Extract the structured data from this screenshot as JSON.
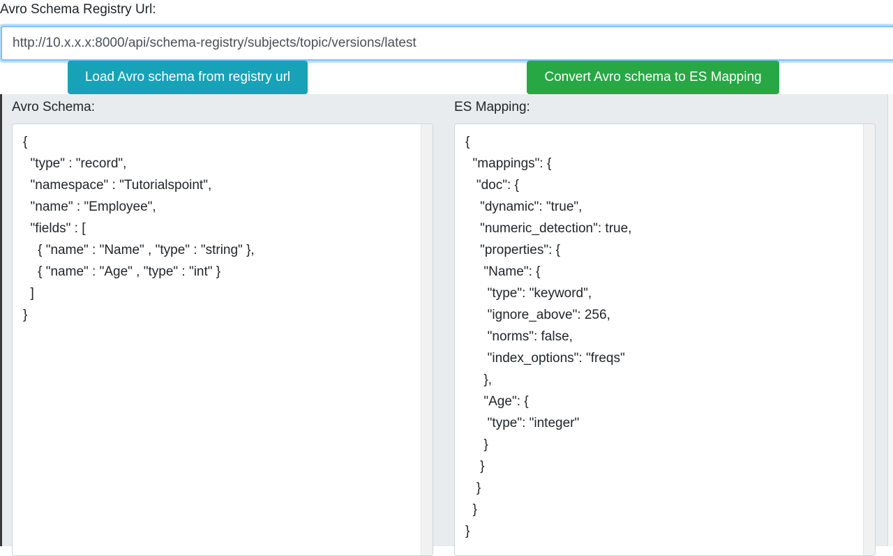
{
  "registry": {
    "label": "Avro Schema Registry Url:",
    "url_value": "http://10.x.x.x:8000/api/schema-registry/subjects/topic/versions/latest"
  },
  "buttons": {
    "load_label": "Load Avro schema from registry url",
    "convert_label": "Convert Avro schema to ES Mapping"
  },
  "avro_panel": {
    "label": "Avro Schema:",
    "lines": [
      "{",
      "  \"type\" : \"record\",",
      "  \"namespace\" : \"Tutorialspoint\",",
      "  \"name\" : \"Employee\",",
      "  \"fields\" : [",
      "    { \"name\" : \"Name\" , \"type\" : \"string\" },",
      "    { \"name\" : \"Age\" , \"type\" : \"int\" }",
      "  ]",
      "}"
    ]
  },
  "es_panel": {
    "label": "ES Mapping:",
    "lines": [
      "{",
      "  \"mappings\": {",
      "   \"doc\": {",
      "    \"dynamic\": \"true\",",
      "    \"numeric_detection\": true,",
      "    \"properties\": {",
      "     \"Name\": {",
      "      \"type\": \"keyword\",",
      "      \"ignore_above\": 256,",
      "      \"norms\": false,",
      "      \"index_options\": \"freqs\"",
      "     },",
      "     \"Age\": {",
      "      \"type\": \"integer\"",
      "     }",
      "    }",
      "   }",
      "  }",
      "}"
    ]
  },
  "colors": {
    "load_button": "#17a2b8",
    "convert_button": "#28a745",
    "focus_border": "#80bdff",
    "panel_background": "#e9ecef"
  }
}
